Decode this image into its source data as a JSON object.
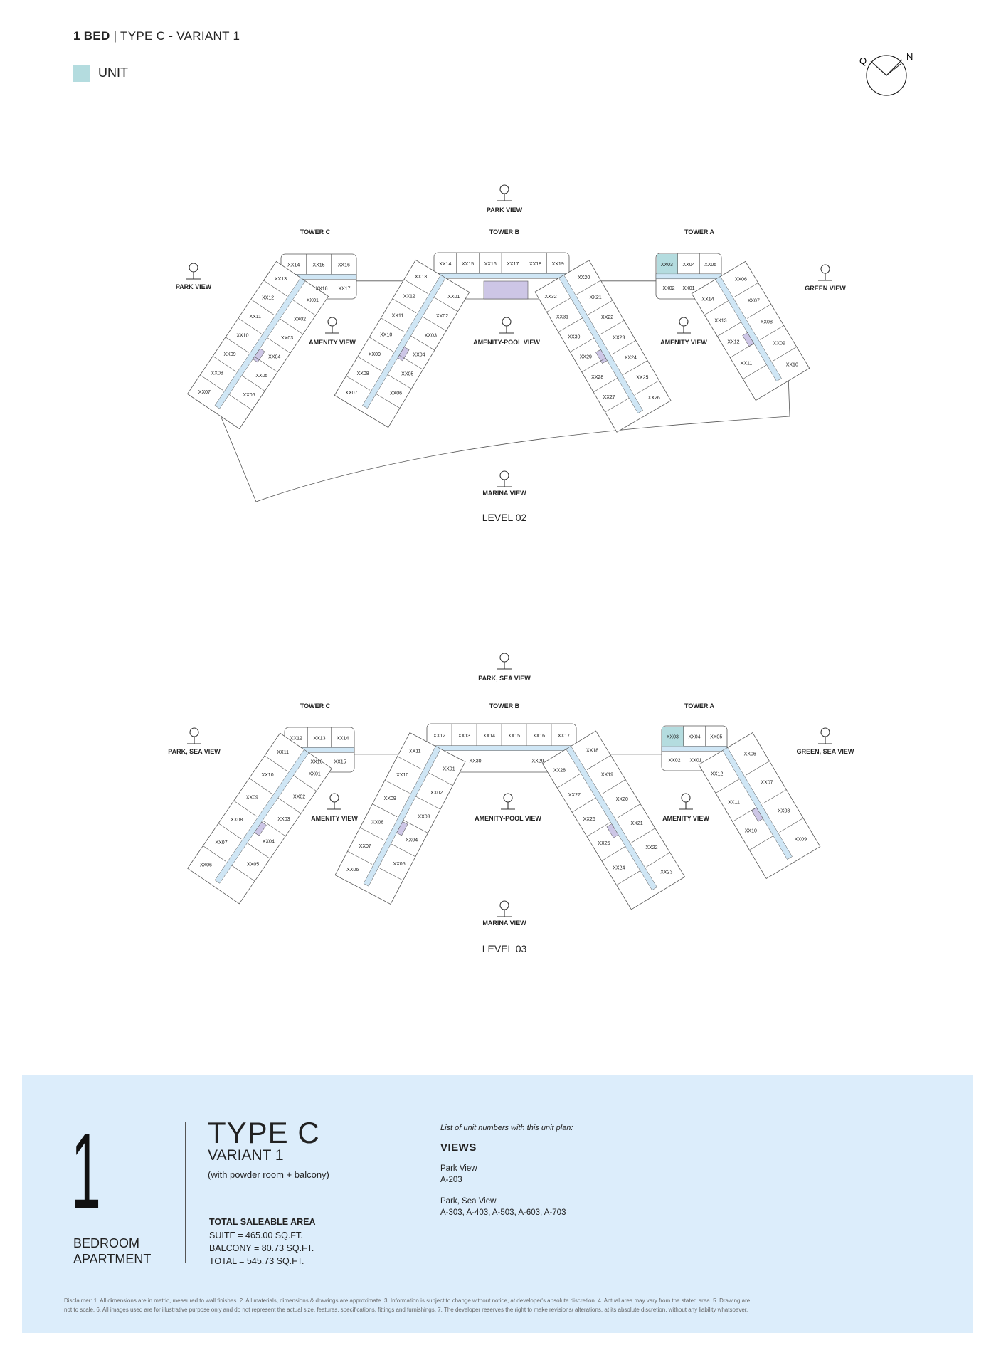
{
  "header": {
    "bed": "1 BED",
    "title": "| TYPE C - VARIANT 1"
  },
  "legend": {
    "label": "UNIT",
    "color": "#b4dcdf"
  },
  "compass": {
    "q": "Q",
    "n": "N"
  },
  "colors": {
    "corridor": "#cfe6f5",
    "amenity": "#cdc6e6",
    "core": "#bdbdbd",
    "unit_highlight": "#b4dcdf",
    "panel": "#dcedfb"
  },
  "levels": [
    {
      "name": "LEVEL 02",
      "views": {
        "top": "PARK VIEW",
        "left": "PARK VIEW",
        "right": "GREEN VIEW",
        "amenity_c": "AMENITY VIEW",
        "amenity_b": "AMENITY-POOL VIEW",
        "amenity_a": "AMENITY VIEW",
        "bottom": "MARINA VIEW"
      },
      "towers": {
        "c": {
          "name": "TOWER C",
          "top": [
            "XX14",
            "XX15",
            "XX16",
            "XX18",
            "XX17"
          ],
          "wings": [
            {
              "outer": [
                "XX13",
                "XX12",
                "XX11",
                "XX10",
                "XX09",
                "XX08",
                "XX07"
              ],
              "inner": [
                "XX01",
                "XX02",
                "XX03",
                "XX04",
                "XX05",
                "XX06"
              ]
            }
          ]
        },
        "b": {
          "name": "TOWER B",
          "top": [
            "XX14",
            "XX15",
            "XX16",
            "XX17",
            "XX18",
            "XX19"
          ],
          "wings": [
            {
              "outer": [
                "XX13",
                "XX12",
                "XX11",
                "XX10",
                "XX09",
                "XX08",
                "XX07"
              ],
              "inner": [
                "XX01",
                "XX02",
                "XX03",
                "XX04",
                "XX05",
                "XX06"
              ]
            },
            {
              "outer": [
                "XX20",
                "XX21",
                "XX22",
                "XX23",
                "XX24",
                "XX25",
                "XX26"
              ],
              "inner": [
                "XX32",
                "XX31",
                "XX30",
                "XX29",
                "XX28",
                "XX27"
              ]
            }
          ]
        },
        "a": {
          "name": "TOWER A",
          "top": [
            "XX03",
            "XX04",
            "XX05",
            "XX02",
            "XX01"
          ],
          "wings": [
            {
              "outer": [
                "XX06",
                "XX07",
                "XX08",
                "XX09",
                "XX10"
              ],
              "inner": [
                "XX14",
                "XX13",
                "XX12",
                "XX11"
              ]
            }
          ]
        }
      }
    },
    {
      "name": "LEVEL 03",
      "views": {
        "top": "PARK, SEA VIEW",
        "left": "PARK, SEA VIEW",
        "right": "GREEN, SEA VIEW",
        "amenity_c": "AMENITY VIEW",
        "amenity_b": "AMENITY-POOL VIEW",
        "amenity_a": "AMENITY VIEW",
        "bottom": "MARINA VIEW"
      },
      "towers": {
        "c": {
          "name": "TOWER C",
          "top": [
            "XX12",
            "XX13",
            "XX14",
            "XX16",
            "XX15"
          ],
          "wings": [
            {
              "outer": [
                "XX11",
                "XX10",
                "XX09",
                "XX08",
                "XX07",
                "XX06"
              ],
              "inner": [
                "XX01",
                "XX02",
                "XX03",
                "XX04",
                "XX05"
              ]
            }
          ]
        },
        "b": {
          "name": "TOWER B",
          "top": [
            "XX12",
            "XX13",
            "XX14",
            "XX15",
            "XX16",
            "XX17",
            "XX30",
            "XX29"
          ],
          "wings": [
            {
              "outer": [
                "XX11",
                "XX10",
                "XX09",
                "XX08",
                "XX07",
                "XX06"
              ],
              "inner": [
                "XX01",
                "XX02",
                "XX03",
                "XX04",
                "XX05"
              ]
            },
            {
              "outer": [
                "XX18",
                "XX19",
                "XX20",
                "XX21",
                "XX22",
                "XX23"
              ],
              "inner": [
                "XX28",
                "XX27",
                "XX26",
                "XX25",
                "XX24"
              ]
            }
          ]
        },
        "a": {
          "name": "TOWER A",
          "top": [
            "XX03",
            "XX04",
            "XX05",
            "XX02",
            "XX01"
          ],
          "wings": [
            {
              "outer": [
                "XX06",
                "XX07",
                "XX08",
                "XX09"
              ],
              "inner": [
                "XX12",
                "XX11",
                "XX10"
              ]
            }
          ]
        }
      }
    }
  ],
  "panel": {
    "number": "1",
    "bedroom": "BEDROOM",
    "apartment": "APARTMENT",
    "type": "TYPE C",
    "variant": "VARIANT 1",
    "note": "(with powder room + balcony)",
    "area_title": "TOTAL SALEABLE AREA",
    "suite": "SUITE = 465.00 SQ.FT.",
    "balcony": "BALCONY = 80.73  SQ.FT.",
    "total": "TOTAL = 545.73 SQ.FT.",
    "list_heading": "List of unit numbers with this unit plan:",
    "views_title": "VIEWS",
    "view_groups": [
      {
        "name": "Park View",
        "units": "A-203"
      },
      {
        "name": "Park, Sea View",
        "units": "A-303, A-403, A-503, A-603, A-703"
      }
    ],
    "disclaimer_1": "Disclaimer: 1. All dimensions are in metric, measured to wall finishes. 2. All materials, dimensions & drawings are approximate. 3. Information is subject to change without notice, at developer's absolute discretion. 4. Actual area may vary from the stated area. 5. Drawing are",
    "disclaimer_2": "not to scale. 6. All images used are for illustrative purpose only and do not represent the actual size, features, specifications, fittings and furnishings. 7. The developer reserves the right to make revisions/ alterations, at its absolute discretion, without any liability whatsoever."
  }
}
